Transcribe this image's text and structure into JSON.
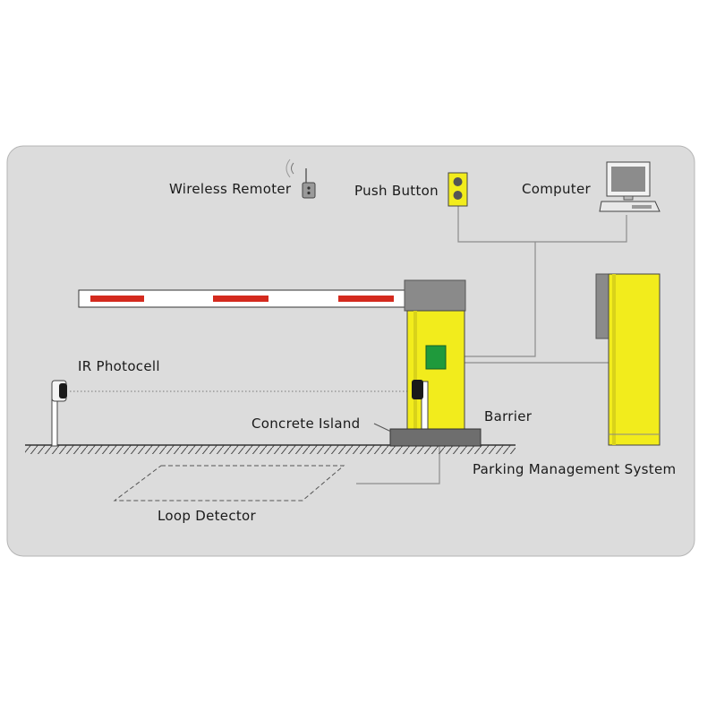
{
  "labels": {
    "wireless_remoter": "Wireless Remoter",
    "push_button": "Push Button",
    "computer": "Computer",
    "ir_photocell": "IR Photocell",
    "concrete_island": "Concrete Island",
    "barrier": "Barrier",
    "parking_management_system": "Parking Management System",
    "loop_detector": "Loop Detector"
  },
  "icons": {
    "wireless_remoter": "remote-control-icon",
    "push_button": "push-button-icon",
    "computer": "computer-icon",
    "ir_photocell": "photocell-sensor-icon",
    "loop_detector": "loop-coil-icon"
  },
  "colors": {
    "panel_background": "#dcdcdc",
    "cabinet_yellow": "#f2ec1c",
    "boom_stripe": "#d42a1e",
    "control_board": "#1f9a3c",
    "wire": "#8c8c8c"
  }
}
